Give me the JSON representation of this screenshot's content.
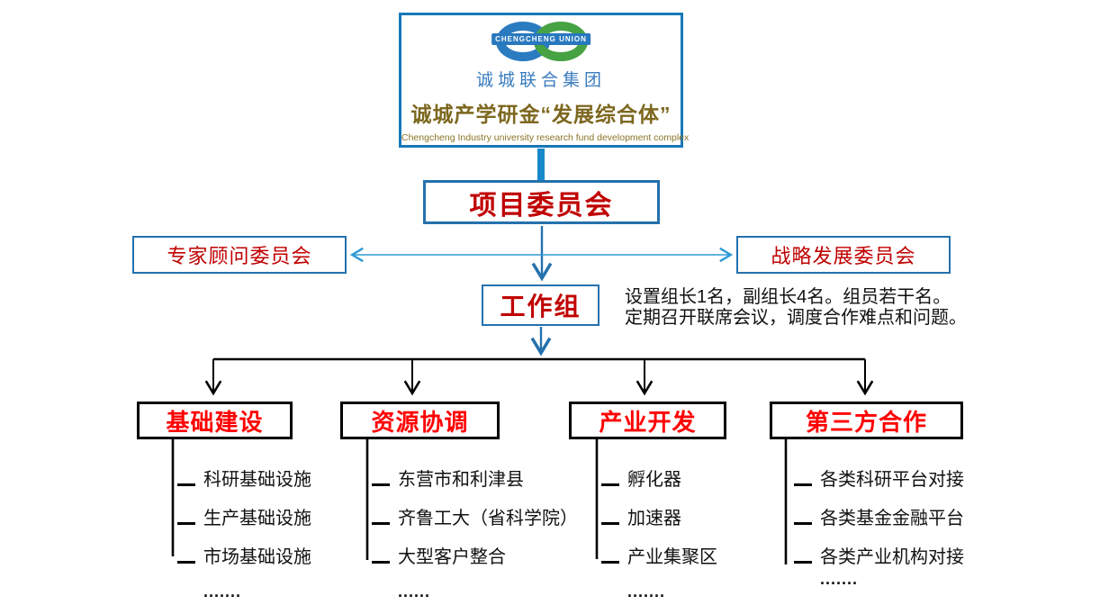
{
  "logo": {
    "badge_text": "CHENGCHENG UNION",
    "company_name": "诚城联合集团",
    "title": "诚城产学研金“发展综合体”",
    "subtitle": "Chengcheng Industry university research fund development complex"
  },
  "nodes": {
    "project_committee": "项目委员会",
    "expert_committee": "专家顾问委员会",
    "strategy_committee": "战略发展委员会",
    "working_group": "工作组"
  },
  "working_group_note": {
    "line1": "设置组长1名，副组长4名。组员若干名。",
    "line2": "定期召开联席会议，调度合作难点和问题。"
  },
  "branches": [
    {
      "label": "基础建设",
      "items": [
        "科研基础设施",
        "生产基础设施",
        "市场基础设施"
      ],
      "more": "......."
    },
    {
      "label": "资源协调",
      "items": [
        "东营市和利津县",
        "齐鲁工大（省科学院）",
        "大型客户整合"
      ],
      "more": "......"
    },
    {
      "label": "产业开发",
      "items": [
        "孵化器",
        "加速器",
        "产业集聚区"
      ],
      "more": "......."
    },
    {
      "label": "第三方合作",
      "items": [
        "各类科研平台对接",
        "各类基金金融平台",
        "各类产业机构对接"
      ],
      "more": "......."
    }
  ],
  "colors": {
    "box_border_blue": "#2471AD",
    "logo_border_blue": "#1778B8",
    "thick_connector_blue": "#1789CB",
    "light_arrow_blue": "#2E9BD6",
    "dark_red_text": "#C00000",
    "bright_red_text": "#FF0000",
    "gold_text": "#7D671F",
    "company_blue_text": "#3A7CBE",
    "line_black": "#000000"
  }
}
